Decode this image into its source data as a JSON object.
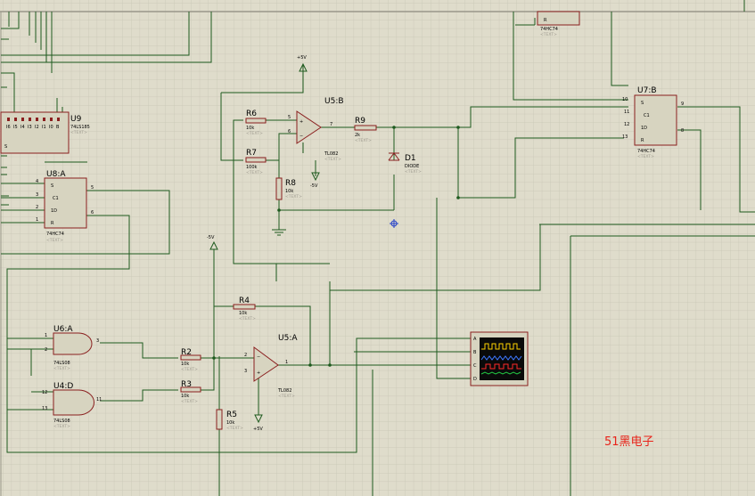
{
  "watermark": "51黑电子",
  "text_placeholder": "<TEXT>",
  "power": {
    "vplus": "+5V",
    "vminus": "-5V"
  },
  "components": {
    "u9": {
      "ref": "U9",
      "val": "74LS185"
    },
    "u8a": {
      "ref": "U8:A",
      "val": "74HC74"
    },
    "u5b": {
      "ref": "U5:B",
      "val": "TL082"
    },
    "u5a": {
      "ref": "U5:A",
      "val": "TL082"
    },
    "u6a": {
      "ref": "U6:A",
      "val": "74LS08"
    },
    "u4d": {
      "ref": "U4:D",
      "val": "74LS08"
    },
    "u7b": {
      "ref": "U7:B",
      "val": "74HC74"
    },
    "u7top": {
      "val": "74HC74"
    },
    "r2": {
      "ref": "R2",
      "val": "10k"
    },
    "r3": {
      "ref": "R3",
      "val": "10k"
    },
    "r4": {
      "ref": "R4",
      "val": "10k"
    },
    "r5": {
      "ref": "R5",
      "val": "10k"
    },
    "r6": {
      "ref": "R6",
      "val": "10k"
    },
    "r7": {
      "ref": "R7",
      "val": "100k"
    },
    "r8": {
      "ref": "R8",
      "val": "10k"
    },
    "r9": {
      "ref": "R9",
      "val": "2k"
    },
    "d1": {
      "ref": "D1",
      "val": "DIODE"
    }
  },
  "pins": {
    "u8a": {
      "s": "S",
      "clk": "C1",
      "d": "1D",
      "r": "R",
      "n4": "4",
      "n3": "3",
      "n2": "2",
      "n1": "1",
      "n5": "5",
      "n6": "6"
    },
    "u7b": {
      "s": "S",
      "clk": "C1",
      "d": "1D",
      "r": "R",
      "n10": "10",
      "n11": "11",
      "n12": "12",
      "n13": "13",
      "n9": "9",
      "n8": "8"
    },
    "u7top": {
      "r": "R"
    },
    "u9": {
      "s": "S",
      "bits": [
        "I6",
        "I5",
        "I4",
        "I3",
        "I2",
        "I1",
        "I0",
        "B"
      ]
    },
    "u5b": {
      "n5": "5",
      "n6": "6",
      "n7": "7",
      "plus": "+",
      "minus": "−"
    },
    "u5a": {
      "n2": "2",
      "n3": "3",
      "n1": "1",
      "plus": "+",
      "minus": "−"
    },
    "u6a": {
      "n1": "1",
      "n2": "2",
      "n3": "3"
    },
    "u4d": {
      "n12": "12",
      "n13": "13",
      "n11": "11"
    },
    "scope": {
      "a": "A",
      "b": "B",
      "c": "C",
      "d": "D"
    }
  },
  "colors": {
    "background": "#dfdccb",
    "grid": "#c6c4b4",
    "wire": "#1e5a1e",
    "part_outline": "#8a1e1e",
    "part_fill": "#d7d4c0",
    "scope_screen": "#0a0a0a",
    "trace_yellow": "#ffd200",
    "trace_blue": "#3c78ff",
    "trace_red": "#ff2a2a",
    "trace_green": "#22cc44",
    "watermark": "#e8231a"
  }
}
